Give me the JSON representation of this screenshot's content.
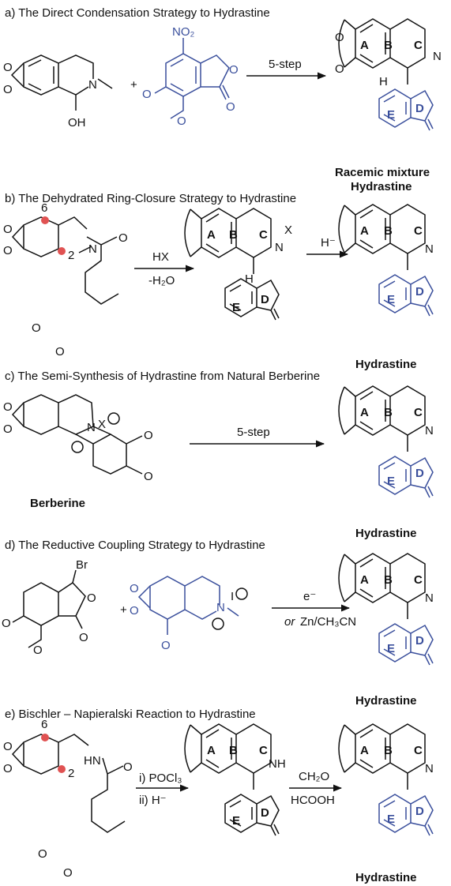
{
  "sections": [
    {
      "id": "a",
      "title": "a) The Direct Condensation Strategy to Hydrastine",
      "arrow_top": "5-step",
      "product_line1": "Racemic mixture",
      "product_line2": "Hydrastine"
    },
    {
      "id": "b",
      "title": "b) The Dehydrated Ring-Closure Strategy to Hydrastine",
      "arrow1_top": "HX",
      "arrow1_bottom": "-H₂O",
      "arrow2_top": "H⁻",
      "product": "Hydrastine",
      "pos6": "6",
      "pos2": "2"
    },
    {
      "id": "c",
      "title": "c) The Semi-Synthesis of Hydrastine from Natural Berberine",
      "arrow_top": "5-step",
      "reactant": "Berberine",
      "product": "Hydrastine"
    },
    {
      "id": "d",
      "title": "d) The Reductive Coupling Strategy  to Hydrastine",
      "arrow_top": "e⁻",
      "arrow_bottom_or": "or",
      "arrow_bottom": "Zn/CH₃CN",
      "product": "Hydrastine"
    },
    {
      "id": "e",
      "title": "e) Bischler – Napieralski Reaction to Hydrastine",
      "arrow1_top": "i) POCl₃",
      "arrow1_bottom": "ii) H⁻",
      "arrow2_top": "CH₂O",
      "arrow2_bottom": "HCOOH",
      "product": "Hydrastine",
      "pos6": "6",
      "pos2": "2"
    }
  ],
  "ring_labels": {
    "A": "A",
    "B": "B",
    "C": "C",
    "D": "D",
    "E": "E"
  },
  "atoms": {
    "O": "O",
    "N": "N",
    "H": "H",
    "OH": "OH",
    "Br": "Br",
    "NH": "NH",
    "HN": "HN",
    "NO2": "NO₂",
    "X": "X",
    "I": "I",
    "plus": "+",
    "minus": "−"
  },
  "colors": {
    "black": "#111111",
    "blue": "#3a4f9c",
    "marker": "#e05252"
  }
}
